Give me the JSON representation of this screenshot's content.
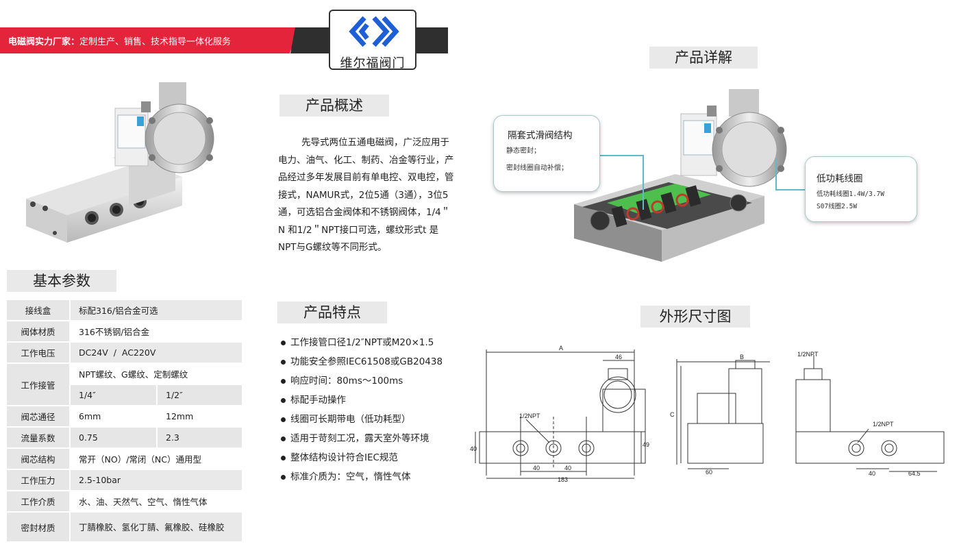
{
  "banner": {
    "title_bold": "电磁阀实力厂家：",
    "title_rest": "定制生产、销售、技术指导一体化服务",
    "red": "#e3243b",
    "dark": "#2f2f2f"
  },
  "logo": {
    "text": "维尔福阀门",
    "color": "#1f5fd6"
  },
  "sections": {
    "basic_params": "基本参数",
    "overview": "产品概述",
    "features": "产品特点",
    "details": "产品详解",
    "dimensions": "外形尺寸图"
  },
  "overview": {
    "text": "先导式两位五通电磁阀，广泛应用于电力、油气、化工、制药、冶金等行业，产品经过多年发展目前有单电控、双电控，管接式，NAMUR式，2位5通（3通），3位5通，可选铝合金阀体和不锈钢阀体，1/4＂N 和1/2＂NPT接口可选，螺纹形式t 是NPT与G螺纹等不同形式。"
  },
  "features": [
    "工作接管口径1/2″NPT或M20×1.5",
    "功能安全参照IEC61508或GB20438",
    "响应时间：80ms～100ms",
    "标配手动操作",
    "线圈可长期带电（低功耗型）",
    "适用于苛刻工况，露天室外等环境",
    "整体结构设计符合IEC规范",
    "标准介质为：空气，惰性气体"
  ],
  "params": {
    "wiring_box": {
      "label": "接线盒",
      "value": "标配316/铝合金可选"
    },
    "body_material": {
      "label": "阀体材质",
      "value": "316不锈钢/铝合金"
    },
    "voltage": {
      "label": "工作电压",
      "value": "DC24V  /  AC220V"
    },
    "connection": {
      "label": "工作接管",
      "value": "NPT螺纹、G螺纹、定制螺纹",
      "size_a": "1/4″",
      "size_b": "1/2″"
    },
    "bore": {
      "label": "阀芯通径",
      "value_a": "6mm",
      "value_b": "12mm"
    },
    "flow": {
      "label": "流量系数",
      "value_a": "0.75",
      "value_b": "2.3"
    },
    "structure": {
      "label": "阀芯结构",
      "value": "常开（NO）/常闭（NC）通用型"
    },
    "pressure": {
      "label": "工作压力",
      "value": "2.5-10bar"
    },
    "medium": {
      "label": "工作介质",
      "value": "水、油、天然气、空气、惰性气体"
    },
    "seal": {
      "label": "密封材质",
      "value": "丁腈橡胶、氢化丁腈、氟橡胶、硅橡胶"
    }
  },
  "callouts": {
    "sleeve": {
      "title": "隔套式滑阀结构",
      "line1": "静态密封；",
      "line2": "密封线圈自动补偿；"
    },
    "coil": {
      "title": "低功耗线圈",
      "line1": "低功耗线圈1.4W/3.7W",
      "line2": "S07线圈2.5W"
    }
  },
  "dimensions": {
    "A": "A",
    "B": "B",
    "C": "C",
    "d46": "46",
    "d40a": "40",
    "d49": "49",
    "d40b": "40",
    "d183": "183",
    "d60": "60",
    "d40c": "40",
    "d645": "64.5",
    "d40v": "40",
    "npt1": "1/2NPT",
    "npt2": "1/2NPT",
    "npt3": "1/2NPT"
  }
}
